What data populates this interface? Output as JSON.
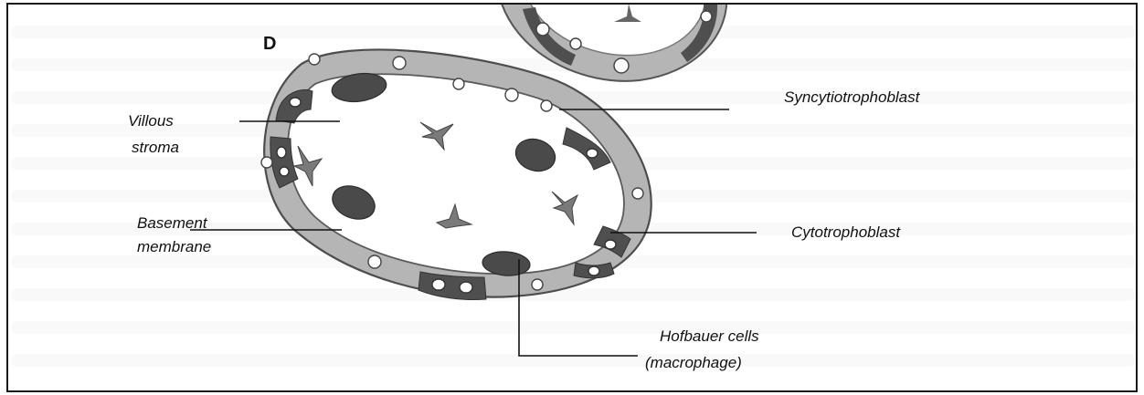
{
  "panel_letter": "D",
  "labels": {
    "villous_stroma_line1": "Villous",
    "villous_stroma_line2": "stroma",
    "basement_membrane_line1": "Basement",
    "basement_membrane_line2": "membrane",
    "syncytiotrophoblast": "Syncytiotrophoblast",
    "cytotrophoblast": "Cytotrophoblast",
    "hofbauer_line1": "Hofbauer cells",
    "hofbauer_line2": "(macrophage)"
  },
  "colors": {
    "syncytio_layer": "#b5b5b5",
    "stroma": "#ffffff",
    "nucleus": "#4a4a4a",
    "cytotrophoblast": "#4f4f4f",
    "background_text": "#d7d7d7"
  }
}
